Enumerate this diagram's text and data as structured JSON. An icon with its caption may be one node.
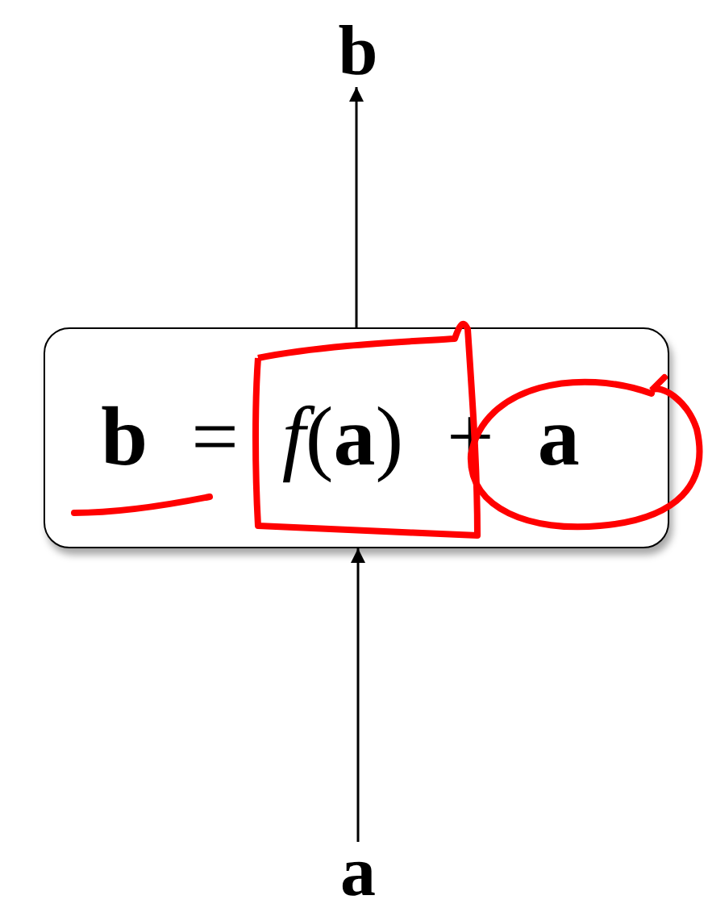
{
  "diagram": {
    "nodes": [
      {
        "text": [
          "**b**"
        ]
      },
      {
        "text": [
          "**b** = *f*(**a**) + **a**"
        ]
      },
      {
        "text": [
          "**a**"
        ]
      }
    ],
    "edges": [
      {
        "from": 2,
        "to": 1,
        "arrow": "to"
      },
      {
        "from": 1,
        "to": 0,
        "arrow": "to"
      }
    ]
  }
}
